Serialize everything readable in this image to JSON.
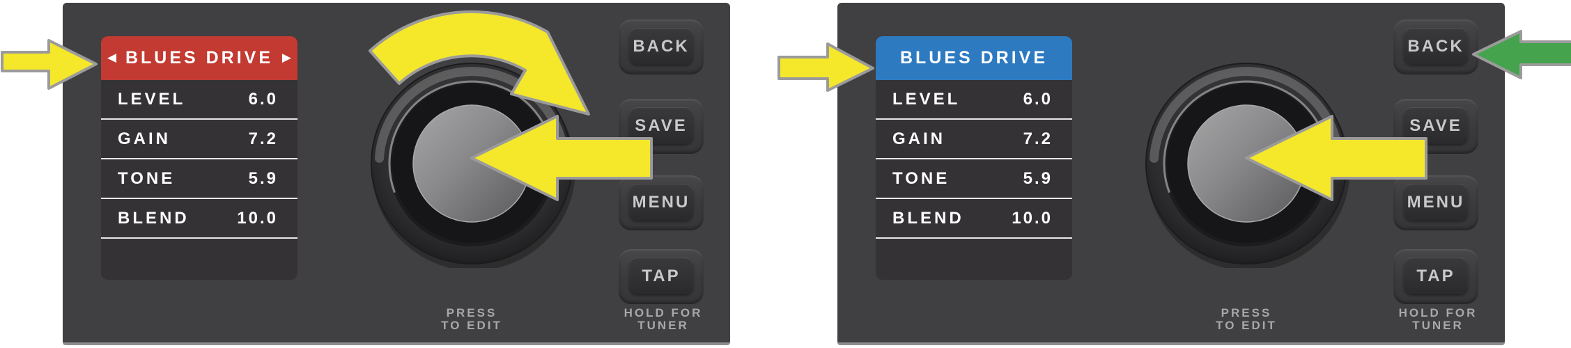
{
  "device": "pedal-preset-edit-diagram",
  "panels": [
    {
      "side": "left",
      "screen": {
        "title": "BLUES DRIVE",
        "title_bg": "#c23a31",
        "nav_left": "◀",
        "nav_right": "▶",
        "params": [
          {
            "label": "LEVEL",
            "value": "6.0"
          },
          {
            "label": "GAIN",
            "value": "7.2"
          },
          {
            "label": "TONE",
            "value": "5.9"
          },
          {
            "label": "BLEND",
            "value": "10.0"
          }
        ]
      },
      "buttons": [
        {
          "label": "BACK"
        },
        {
          "label": "SAVE"
        },
        {
          "label": "MENU"
        },
        {
          "label": "TAP"
        }
      ],
      "knob_caption_line1": "PRESS",
      "knob_caption_line2": "TO EDIT",
      "tap_caption_line1": "HOLD FOR",
      "tap_caption_line2": "TUNER"
    },
    {
      "side": "right",
      "screen": {
        "title": "BLUES DRIVE",
        "title_bg": "#2d7ac1",
        "params": [
          {
            "label": "LEVEL",
            "value": "6.0"
          },
          {
            "label": "GAIN",
            "value": "7.2"
          },
          {
            "label": "TONE",
            "value": "5.9"
          },
          {
            "label": "BLEND",
            "value": "10.0"
          }
        ]
      },
      "buttons": [
        {
          "label": "BACK"
        },
        {
          "label": "SAVE"
        },
        {
          "label": "MENU"
        },
        {
          "label": "TAP"
        }
      ],
      "knob_caption_line1": "PRESS",
      "knob_caption_line2": "TO EDIT",
      "tap_caption_line1": "HOLD FOR",
      "tap_caption_line2": "TUNER"
    }
  ],
  "annotations": {
    "outline_color": "#9b9b9b",
    "left_panel": {
      "preset_select_arrow_color": "#f5e72a",
      "knob_rotate_arrow_color": "#f5e72a",
      "knob_press_arrow_color": "#f5e72a"
    },
    "right_panel": {
      "preset_select_arrow_color": "#f5e72a",
      "knob_press_arrow_color": "#f5e72a",
      "back_button_arrow_color": "#45a34d"
    }
  }
}
